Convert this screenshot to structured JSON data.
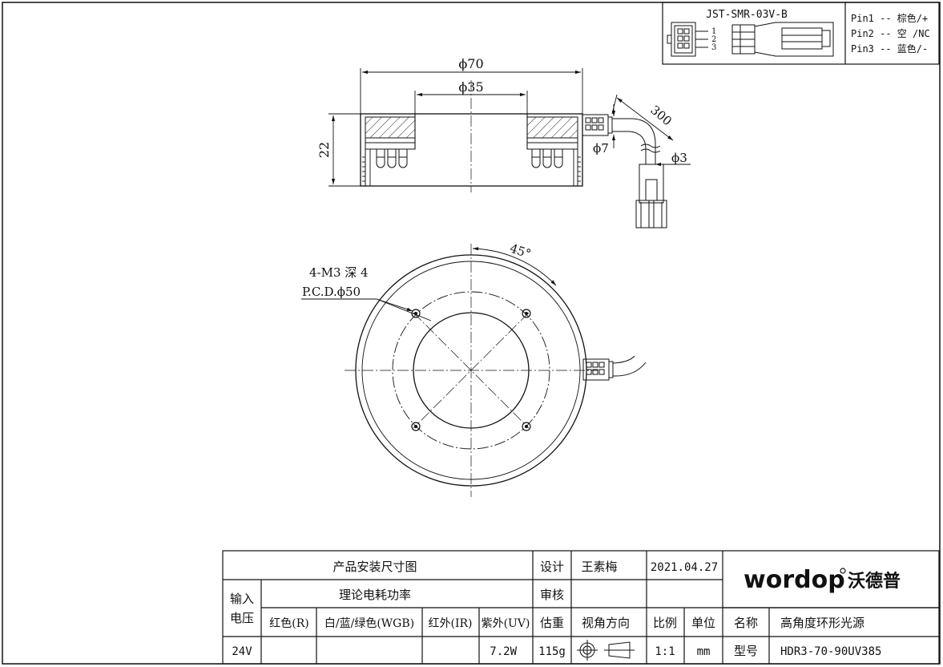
{
  "connector": {
    "model": "JST-SMR-03V-B",
    "pin_numbers": [
      "1",
      "2",
      "3"
    ],
    "pins": [
      "Pin1 -- 棕色/+",
      "Pin2 -- 空 /NC",
      "Pin3 -- 蓝色/-"
    ]
  },
  "side_view": {
    "outer_diameter": "ϕ70",
    "inner_diameter": "ϕ35",
    "height": "22",
    "cable_length": "300",
    "cable_gland_diameter": "ϕ7",
    "cable_diameter": "ϕ3"
  },
  "top_view": {
    "hole_spec": "4-M3 深 4",
    "pcd": "P.C.D.ϕ50",
    "angle": "45°"
  },
  "title_block": {
    "drawing_title": "产品安装尺寸图",
    "design_label": "设计",
    "designer": "王素梅",
    "date": "2021.04.27",
    "input_voltage_label_1": "输入",
    "input_voltage_label_2": "电压",
    "power_label": "理论电耗功率",
    "review_label": "审核",
    "color_red": "红色(R)",
    "color_wgb": "白/蓝/绿色(WGB)",
    "color_ir": "红外(IR)",
    "color_uv": "紫外(UV)",
    "weight_label": "估重",
    "view_label": "视角方向",
    "scale_label": "比例",
    "unit_label": "单位",
    "name_label": "名称",
    "product_name": "高角度环形光源",
    "voltage": "24V",
    "uv_power": "7.2W",
    "weight": "115g",
    "scale": "1:1",
    "unit": "mm",
    "model_label": "型号",
    "model": "HDR3-70-90UV385",
    "logo_latin": "wordop",
    "logo_cn": "沃德普"
  }
}
